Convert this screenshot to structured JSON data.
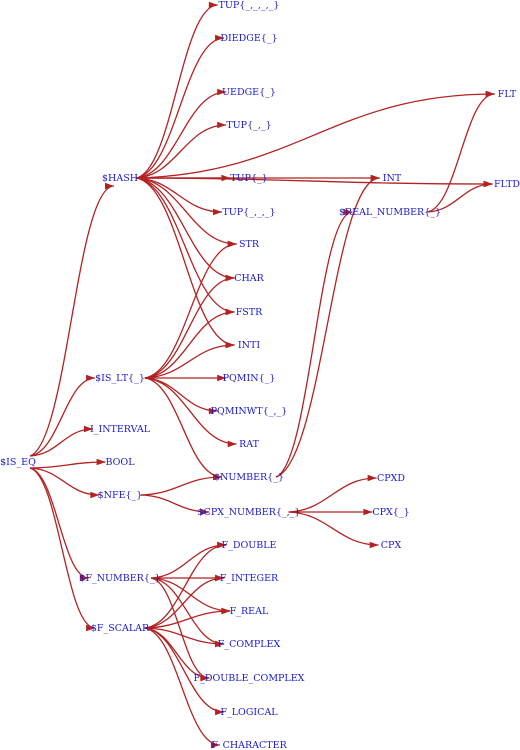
{
  "graph": {
    "nodes": [
      {
        "id": "tup_4",
        "label": "TUP{_,_,_,_}"
      },
      {
        "id": "diedge",
        "label": "DIEDGE{_}"
      },
      {
        "id": "flt",
        "label": "FLT"
      },
      {
        "id": "uedge",
        "label": "UEDGE{_}"
      },
      {
        "id": "tup_2",
        "label": "TUP{_,_}"
      },
      {
        "id": "hash",
        "label": "$HASH"
      },
      {
        "id": "int",
        "label": "INT"
      },
      {
        "id": "fltd",
        "label": "FLTD"
      },
      {
        "id": "tup_1",
        "label": "TUP{_}"
      },
      {
        "id": "real_number",
        "label": "$REAL_NUMBER{_}"
      },
      {
        "id": "tup_3",
        "label": "TUP{_,_,_}"
      },
      {
        "id": "str",
        "label": "STR"
      },
      {
        "id": "char",
        "label": "CHAR"
      },
      {
        "id": "fstr",
        "label": "FSTR"
      },
      {
        "id": "inti",
        "label": "INTI"
      },
      {
        "id": "is_lt",
        "label": "$IS_LT{_}"
      },
      {
        "id": "pqmin",
        "label": "PQMIN{_}"
      },
      {
        "id": "pqminwt",
        "label": "PQMINWT{_,_}"
      },
      {
        "id": "rat",
        "label": "RAT"
      },
      {
        "id": "i_interval",
        "label": "I_INTERVAL"
      },
      {
        "id": "number",
        "label": "$NUMBER{_}"
      },
      {
        "id": "is_eq",
        "label": "$IS_EQ"
      },
      {
        "id": "bool",
        "label": "BOOL"
      },
      {
        "id": "cpxd",
        "label": "CPXD"
      },
      {
        "id": "nfe",
        "label": "$NFE{_}"
      },
      {
        "id": "cpx_number",
        "label": "$CPX_NUMBER{_,_}"
      },
      {
        "id": "cpx_1",
        "label": "CPX{_}"
      },
      {
        "id": "cpx",
        "label": "CPX"
      },
      {
        "id": "f_double",
        "label": "F_DOUBLE"
      },
      {
        "id": "f_number",
        "label": "$F_NUMBER{_}"
      },
      {
        "id": "f_integer",
        "label": "F_INTEGER"
      },
      {
        "id": "f_real",
        "label": "F_REAL"
      },
      {
        "id": "f_scalar",
        "label": "$F_SCALAR"
      },
      {
        "id": "f_complex",
        "label": "F_COMPLEX"
      },
      {
        "id": "f_double_complex",
        "label": "F_DOUBLE_COMPLEX"
      },
      {
        "id": "f_logical",
        "label": "F_LOGICAL"
      },
      {
        "id": "f_character",
        "label": "F_CHARACTER"
      }
    ],
    "edges": [
      [
        "is_eq",
        "hash"
      ],
      [
        "is_eq",
        "is_lt"
      ],
      [
        "is_eq",
        "i_interval"
      ],
      [
        "is_eq",
        "bool"
      ],
      [
        "is_eq",
        "nfe"
      ],
      [
        "is_eq",
        "f_number"
      ],
      [
        "is_eq",
        "f_scalar"
      ],
      [
        "hash",
        "tup_4"
      ],
      [
        "hash",
        "diedge"
      ],
      [
        "hash",
        "flt"
      ],
      [
        "hash",
        "uedge"
      ],
      [
        "hash",
        "tup_2"
      ],
      [
        "hash",
        "int"
      ],
      [
        "hash",
        "fltd"
      ],
      [
        "hash",
        "tup_1"
      ],
      [
        "hash",
        "tup_3"
      ],
      [
        "hash",
        "str"
      ],
      [
        "hash",
        "char"
      ],
      [
        "hash",
        "fstr"
      ],
      [
        "hash",
        "inti"
      ],
      [
        "real_number",
        "flt"
      ],
      [
        "real_number",
        "fltd"
      ],
      [
        "is_lt",
        "str"
      ],
      [
        "is_lt",
        "char"
      ],
      [
        "is_lt",
        "fstr"
      ],
      [
        "is_lt",
        "inti"
      ],
      [
        "is_lt",
        "pqmin"
      ],
      [
        "is_lt",
        "pqminwt"
      ],
      [
        "is_lt",
        "rat"
      ],
      [
        "is_lt",
        "number"
      ],
      [
        "number",
        "int"
      ],
      [
        "number",
        "real_number"
      ],
      [
        "nfe",
        "number"
      ],
      [
        "nfe",
        "cpx_number"
      ],
      [
        "cpx_number",
        "cpxd"
      ],
      [
        "cpx_number",
        "cpx_1"
      ],
      [
        "cpx_number",
        "cpx"
      ],
      [
        "f_number",
        "f_double"
      ],
      [
        "f_number",
        "f_integer"
      ],
      [
        "f_number",
        "f_real"
      ],
      [
        "f_number",
        "f_complex"
      ],
      [
        "f_number",
        "f_double_complex"
      ],
      [
        "f_scalar",
        "f_double"
      ],
      [
        "f_scalar",
        "f_integer"
      ],
      [
        "f_scalar",
        "f_real"
      ],
      [
        "f_scalar",
        "f_complex"
      ],
      [
        "f_scalar",
        "f_double_complex"
      ],
      [
        "f_scalar",
        "f_logical"
      ],
      [
        "f_scalar",
        "f_character"
      ]
    ]
  },
  "colors": {
    "edge": "#b22222",
    "label": "#1a1acd",
    "background": "#ffffff"
  }
}
